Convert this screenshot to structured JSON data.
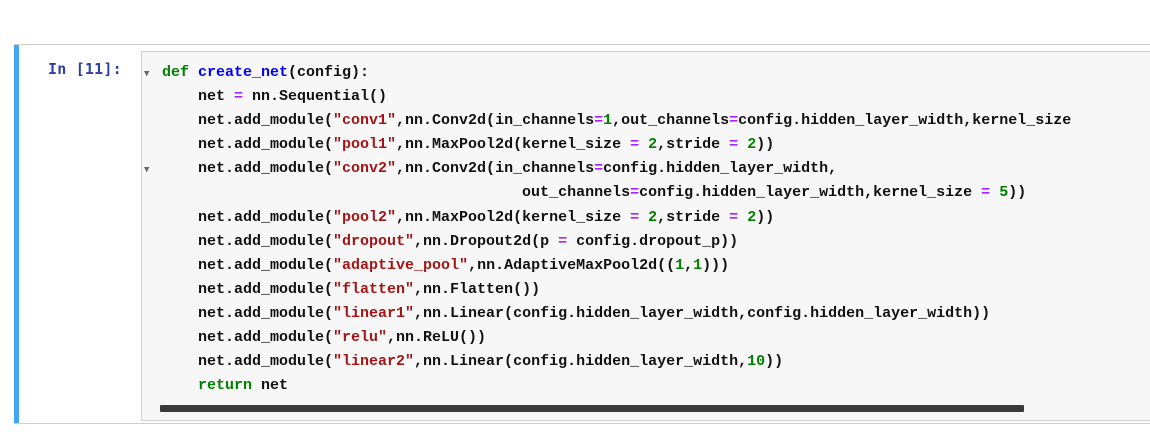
{
  "cell": {
    "prompt": "In [11]:",
    "fold_glyph": "▼",
    "lines": [
      [
        {
          "t": "def",
          "c": "kw"
        },
        {
          "t": " "
        },
        {
          "t": "create_net",
          "c": "fn"
        },
        {
          "t": "(config):"
        }
      ],
      [
        {
          "t": "    net "
        },
        {
          "t": "=",
          "c": "op"
        },
        {
          "t": " nn.Sequential()"
        }
      ],
      [
        {
          "t": "    net.add_module("
        },
        {
          "t": "\"conv1\"",
          "c": "str"
        },
        {
          "t": ",nn.Conv2d(in_channels"
        },
        {
          "t": "=",
          "c": "op"
        },
        {
          "t": "1",
          "c": "num"
        },
        {
          "t": ",out_channels"
        },
        {
          "t": "=",
          "c": "op"
        },
        {
          "t": "config.hidden_layer_width,kernel_size"
        }
      ],
      [
        {
          "t": "    net.add_module("
        },
        {
          "t": "\"pool1\"",
          "c": "str"
        },
        {
          "t": ",nn.MaxPool2d(kernel_size "
        },
        {
          "t": "=",
          "c": "op"
        },
        {
          "t": " "
        },
        {
          "t": "2",
          "c": "num"
        },
        {
          "t": ",stride "
        },
        {
          "t": "=",
          "c": "op"
        },
        {
          "t": " "
        },
        {
          "t": "2",
          "c": "num"
        },
        {
          "t": "))"
        }
      ],
      [
        {
          "t": "    net.add_module("
        },
        {
          "t": "\"conv2\"",
          "c": "str"
        },
        {
          "t": ",nn.Conv2d(in_channels"
        },
        {
          "t": "=",
          "c": "op"
        },
        {
          "t": "config.hidden_layer_width,"
        }
      ],
      [
        {
          "t": "                                        out_channels"
        },
        {
          "t": "=",
          "c": "op"
        },
        {
          "t": "config.hidden_layer_width,kernel_size "
        },
        {
          "t": "=",
          "c": "op"
        },
        {
          "t": " "
        },
        {
          "t": "5",
          "c": "num"
        },
        {
          "t": "))"
        }
      ],
      [
        {
          "t": "    net.add_module("
        },
        {
          "t": "\"pool2\"",
          "c": "str"
        },
        {
          "t": ",nn.MaxPool2d(kernel_size "
        },
        {
          "t": "=",
          "c": "op"
        },
        {
          "t": " "
        },
        {
          "t": "2",
          "c": "num"
        },
        {
          "t": ",stride "
        },
        {
          "t": "=",
          "c": "op"
        },
        {
          "t": " "
        },
        {
          "t": "2",
          "c": "num"
        },
        {
          "t": "))"
        }
      ],
      [
        {
          "t": "    net.add_module("
        },
        {
          "t": "\"dropout\"",
          "c": "str"
        },
        {
          "t": ",nn.Dropout2d(p "
        },
        {
          "t": "=",
          "c": "op"
        },
        {
          "t": " config.dropout_p))"
        }
      ],
      [
        {
          "t": "    net.add_module("
        },
        {
          "t": "\"adaptive_pool\"",
          "c": "str"
        },
        {
          "t": ",nn.AdaptiveMaxPool2d(("
        },
        {
          "t": "1",
          "c": "num"
        },
        {
          "t": ","
        },
        {
          "t": "1",
          "c": "num"
        },
        {
          "t": ")))"
        }
      ],
      [
        {
          "t": "    net.add_module("
        },
        {
          "t": "\"flatten\"",
          "c": "str"
        },
        {
          "t": ",nn.Flatten())"
        }
      ],
      [
        {
          "t": "    net.add_module("
        },
        {
          "t": "\"linear1\"",
          "c": "str"
        },
        {
          "t": ",nn.Linear(config.hidden_layer_width,config.hidden_layer_width))"
        }
      ],
      [
        {
          "t": "    net.add_module("
        },
        {
          "t": "\"relu\"",
          "c": "str"
        },
        {
          "t": ",nn.ReLU())"
        }
      ],
      [
        {
          "t": "    net.add_module("
        },
        {
          "t": "\"linear2\"",
          "c": "str"
        },
        {
          "t": ",nn.Linear(config.hidden_layer_width,"
        },
        {
          "t": "10",
          "c": "num"
        },
        {
          "t": "))"
        }
      ],
      [
        {
          "t": "    "
        },
        {
          "t": "return",
          "c": "kw"
        },
        {
          "t": " net"
        }
      ]
    ]
  },
  "colors": {
    "cell_bar": "#42a5f5",
    "prompt": "#303f9f",
    "keyword": "#008000",
    "function": "#0000ff",
    "string": "#a31515",
    "operator": "#aa22ff",
    "number": "#008000"
  }
}
